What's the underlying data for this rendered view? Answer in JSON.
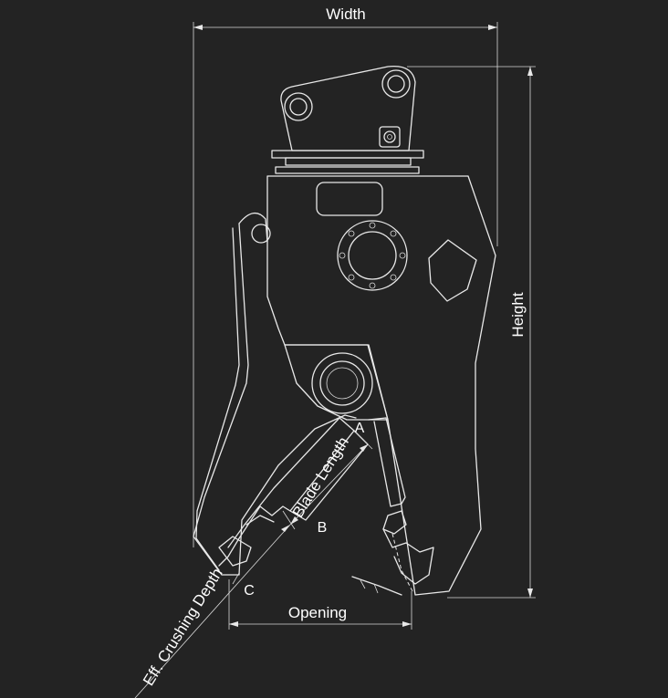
{
  "dimensions": {
    "width": "Width",
    "height": "Height",
    "opening": "Opening",
    "blade_length": "Blade Length",
    "crushing_depth": "Eff. Crushing Depth"
  },
  "points": {
    "a": "A",
    "b": "B",
    "c": "C"
  },
  "colors": {
    "background": "#232323",
    "line": "#e8e8e8"
  }
}
